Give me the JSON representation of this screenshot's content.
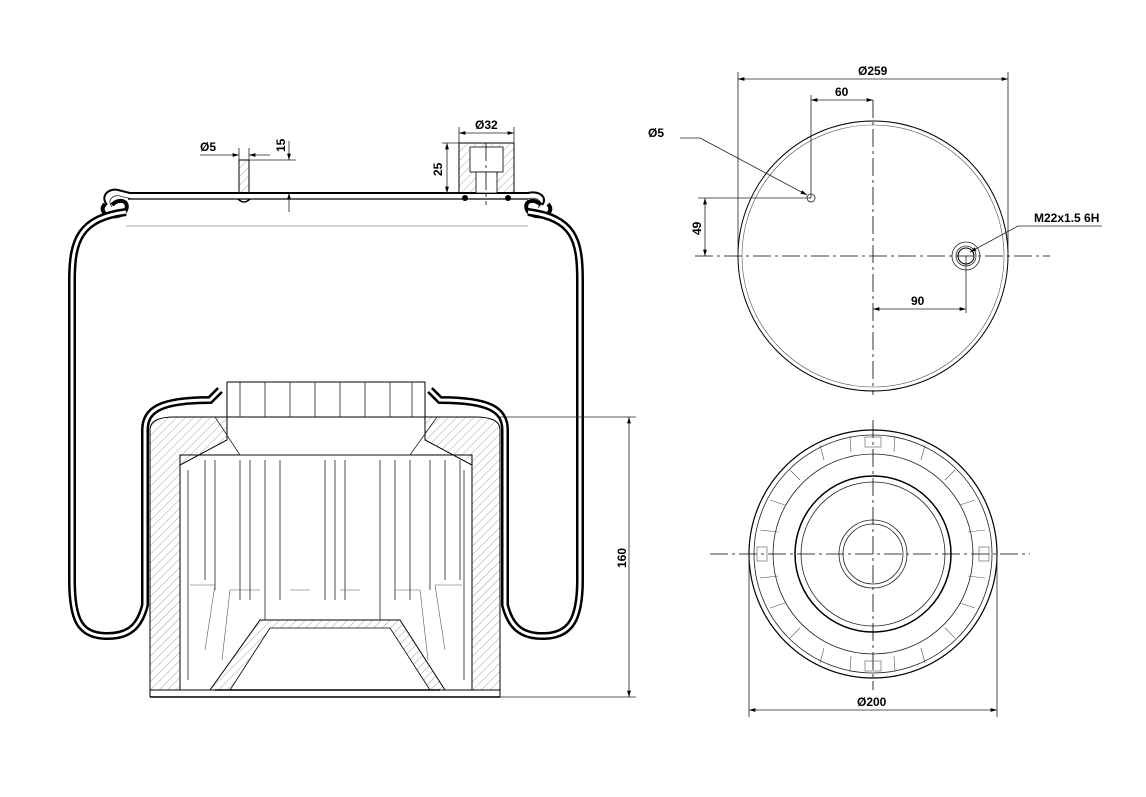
{
  "dimensions": {
    "pin_diameter": "Ø5",
    "pin_height": "15",
    "boss_diameter": "Ø32",
    "boss_height": "25",
    "piston_height": "160",
    "plate_diameter": "Ø259",
    "hole_offset_x": "60",
    "hole_diameter": "Ø5",
    "hole_offset_y": "49",
    "thread_spec": "M22x1.5 6H",
    "thread_offset_x": "90",
    "piston_diameter": "Ø200"
  }
}
